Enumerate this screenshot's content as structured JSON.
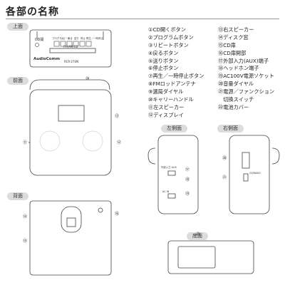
{
  "page": {
    "title": "各部の名称"
  },
  "sections": {
    "top": "上面",
    "front": "前面",
    "back": "背面",
    "left_side": "左側面",
    "right_side": "右側面",
    "bottom": "底面"
  },
  "top_panel": {
    "cd_open_label": "CD開",
    "button_labels": [
      "プログラム",
      "リピート",
      "戻る",
      "送り",
      "停止",
      "再生／一時停止"
    ],
    "brand": "AudioComm",
    "freq_text": "FM/AM/CD",
    "model": "RCR-270N"
  },
  "front_numbers": [
    "⑩",
    "⑬",
    "⑪",
    "⑫"
  ],
  "back_numbers": [
    "⑭",
    "⑯",
    "⑮"
  ],
  "side_labels": {
    "left_jack_1": "外部入力 AUX",
    "left_jack_2": "AC IN",
    "right_switch": "CD/RADIO"
  },
  "side_numbers": [
    "⑰",
    "⑱",
    "⑲",
    "⑳",
    "㉑"
  ],
  "bottom_numbers": [
    "㉒"
  ],
  "parts_left": [
    "①CD開くボタン",
    "②プログラムボタン",
    "③リピートボタン",
    "④戻るボタン",
    "⑤送りボタン",
    "⑥停止ボタン",
    "⑦再生／一時停止ボタン",
    "⑧FMロッドアンテナ",
    "⑨選局ダイヤル",
    "⑩キャリーハンドル",
    "⑪左スピーカー",
    "⑫ディスプレイ"
  ],
  "parts_right": [
    "⑬右スピーカー",
    "⑭ディスク窓",
    "⑮CD扉",
    "⑯CD扉開部",
    "⑰外部入力(AUX)端子",
    "⑱ヘッドホン端子",
    "⑲AC100V電源ソケット",
    "⑳音量ダイヤル",
    "㉑電源／ファンクション",
    "　切換スイッチ",
    "㉒電池カバー"
  ],
  "colors": {
    "line": "#444444",
    "label_bg": "#dcdcdc",
    "speaker_dot": "#999999"
  }
}
